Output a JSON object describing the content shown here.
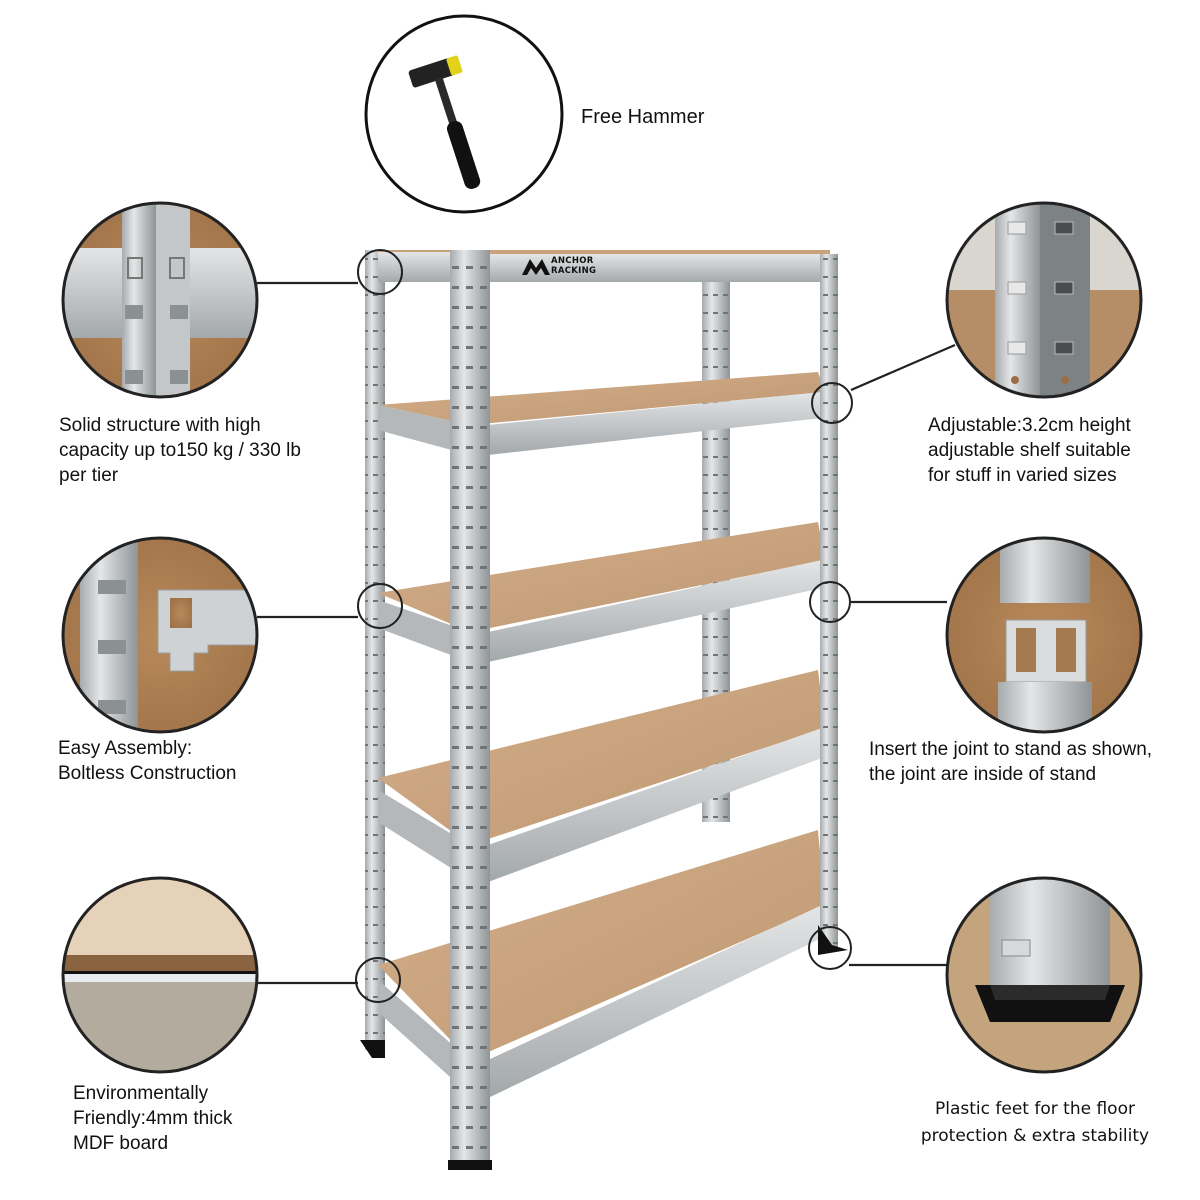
{
  "brand": {
    "logo_line1": "ANCHOR",
    "logo_line2": "RACKING"
  },
  "hammer": {
    "label": "Free Hammer",
    "icon": "hammer-icon"
  },
  "features": [
    {
      "id": "solid-structure",
      "position": "left-top",
      "lines": [
        "Solid structure with high",
        "capacity up to150 kg / 330 lb",
        "per tier"
      ],
      "detail": "corner-joint-detail"
    },
    {
      "id": "adjustable",
      "position": "right-top",
      "lines": [
        "Adjustable:3.2cm height",
        "adjustable shelf suitable",
        "for stuff in varied sizes"
      ],
      "detail": "upright-slots-detail"
    },
    {
      "id": "easy-assembly",
      "position": "left-middle",
      "lines": [
        "Easy Assembly:",
        "Boltless Construction"
      ],
      "detail": "boltless-clip-detail"
    },
    {
      "id": "joint-insert",
      "position": "right-middle",
      "lines": [
        "Insert the joint to stand as shown,",
        "the joint are inside of stand"
      ],
      "detail": "joint-connector-detail"
    },
    {
      "id": "mdf-board",
      "position": "left-bottom",
      "lines": [
        "Environmentally",
        "Friendly:4mm thick",
        "MDF board"
      ],
      "detail": "mdf-edge-detail"
    },
    {
      "id": "plastic-feet",
      "position": "right-bottom",
      "lines": [
        "Plastic feet for the floor",
        "protection & extra stability"
      ],
      "detail": "plastic-foot-detail"
    }
  ],
  "product": {
    "shelf_count": 5,
    "colors": {
      "steel": "#c9ccce",
      "steel_dark": "#9ea3a6",
      "mdf": "#c8a27c",
      "mdf_dark": "#b58d66",
      "outline": "#1a1a1a"
    }
  }
}
